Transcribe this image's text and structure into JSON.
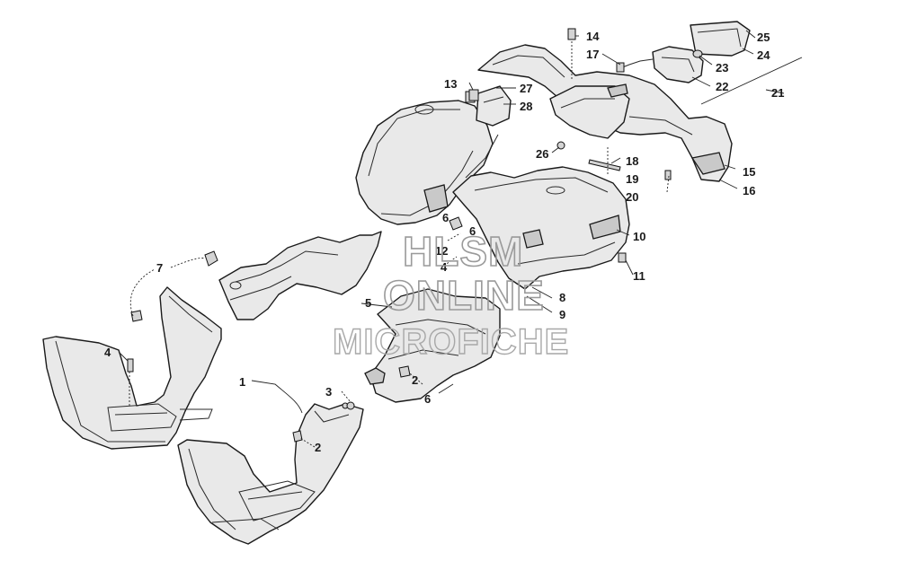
{
  "callouts": [
    {
      "id": "c1",
      "label": "1"
    },
    {
      "id": "c2a",
      "label": "2"
    },
    {
      "id": "c2b",
      "label": "2"
    },
    {
      "id": "c3",
      "label": "3"
    },
    {
      "id": "c4a",
      "label": "4"
    },
    {
      "id": "c4b",
      "label": "4"
    },
    {
      "id": "c5",
      "label": "5"
    },
    {
      "id": "c6a",
      "label": "6"
    },
    {
      "id": "c6b",
      "label": "6"
    },
    {
      "id": "c6c",
      "label": "6"
    },
    {
      "id": "c7",
      "label": "7"
    },
    {
      "id": "c8",
      "label": "8"
    },
    {
      "id": "c9",
      "label": "9"
    },
    {
      "id": "c10",
      "label": "10"
    },
    {
      "id": "c11",
      "label": "11"
    },
    {
      "id": "c12",
      "label": "12"
    },
    {
      "id": "c13",
      "label": "13"
    },
    {
      "id": "c14",
      "label": "14"
    },
    {
      "id": "c15",
      "label": "15"
    },
    {
      "id": "c16",
      "label": "16"
    },
    {
      "id": "c17",
      "label": "17"
    },
    {
      "id": "c18",
      "label": "18"
    },
    {
      "id": "c19",
      "label": "19"
    },
    {
      "id": "c20",
      "label": "20"
    },
    {
      "id": "c21",
      "label": "21"
    },
    {
      "id": "c22",
      "label": "22"
    },
    {
      "id": "c23",
      "label": "23"
    },
    {
      "id": "c24",
      "label": "24"
    },
    {
      "id": "c25",
      "label": "25"
    },
    {
      "id": "c26",
      "label": "26"
    },
    {
      "id": "c27",
      "label": "27"
    },
    {
      "id": "c28",
      "label": "28"
    }
  ],
  "watermark": {
    "line1": "HLSM",
    "line2": "ONLINE",
    "line3": "MICROFICHE"
  }
}
